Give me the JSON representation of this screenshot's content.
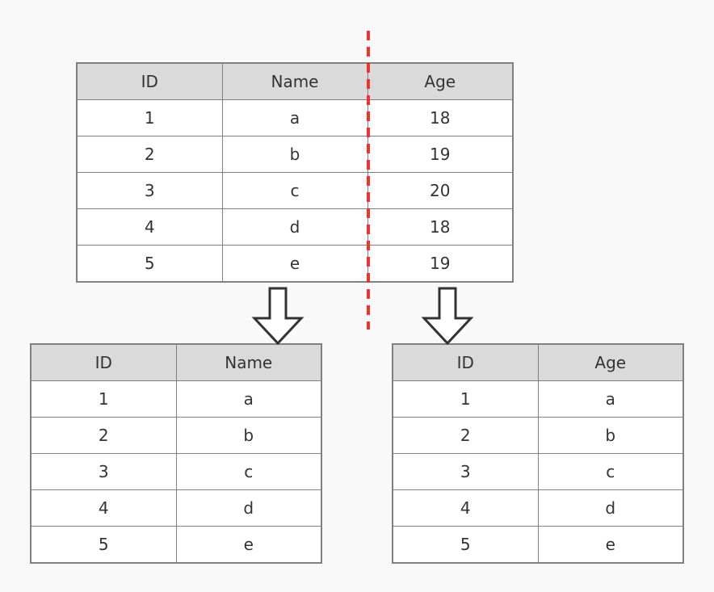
{
  "original_table": {
    "headers": [
      "ID",
      "Name",
      "Age"
    ],
    "rows": [
      [
        "1",
        "a",
        "18"
      ],
      [
        "2",
        "b",
        "19"
      ],
      [
        "3",
        "c",
        "20"
      ],
      [
        "4",
        "d",
        "18"
      ],
      [
        "5",
        "e",
        "19"
      ]
    ]
  },
  "left_table": {
    "headers": [
      "ID",
      "Name"
    ],
    "rows": [
      [
        "1",
        "a"
      ],
      [
        "2",
        "b"
      ],
      [
        "3",
        "c"
      ],
      [
        "4",
        "d"
      ],
      [
        "5",
        "e"
      ]
    ]
  },
  "right_table": {
    "headers": [
      "ID",
      "Age"
    ],
    "rows": [
      [
        "1",
        "a"
      ],
      [
        "2",
        "b"
      ],
      [
        "3",
        "c"
      ],
      [
        "4",
        "d"
      ],
      [
        "5",
        "e"
      ]
    ]
  },
  "colors": {
    "split_line": "#ee3333",
    "header_bg": "#dadada",
    "border": "#808080",
    "arrow_stroke": "#333333"
  }
}
